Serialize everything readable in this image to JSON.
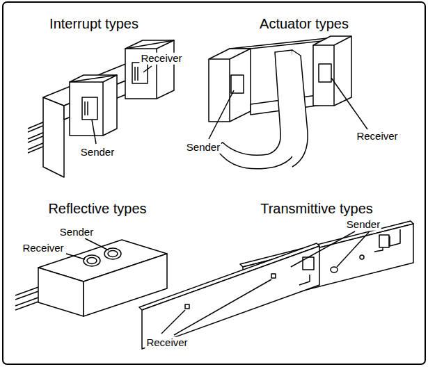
{
  "diagram": {
    "labels": [
      "Interrupt types",
      "Receiver",
      "Sender",
      "Actuator types",
      "Sender",
      "Receiver",
      "Reflective types",
      "Sender",
      "Receiver",
      "Transmittive types",
      "Sender",
      "Receiver"
    ]
  }
}
